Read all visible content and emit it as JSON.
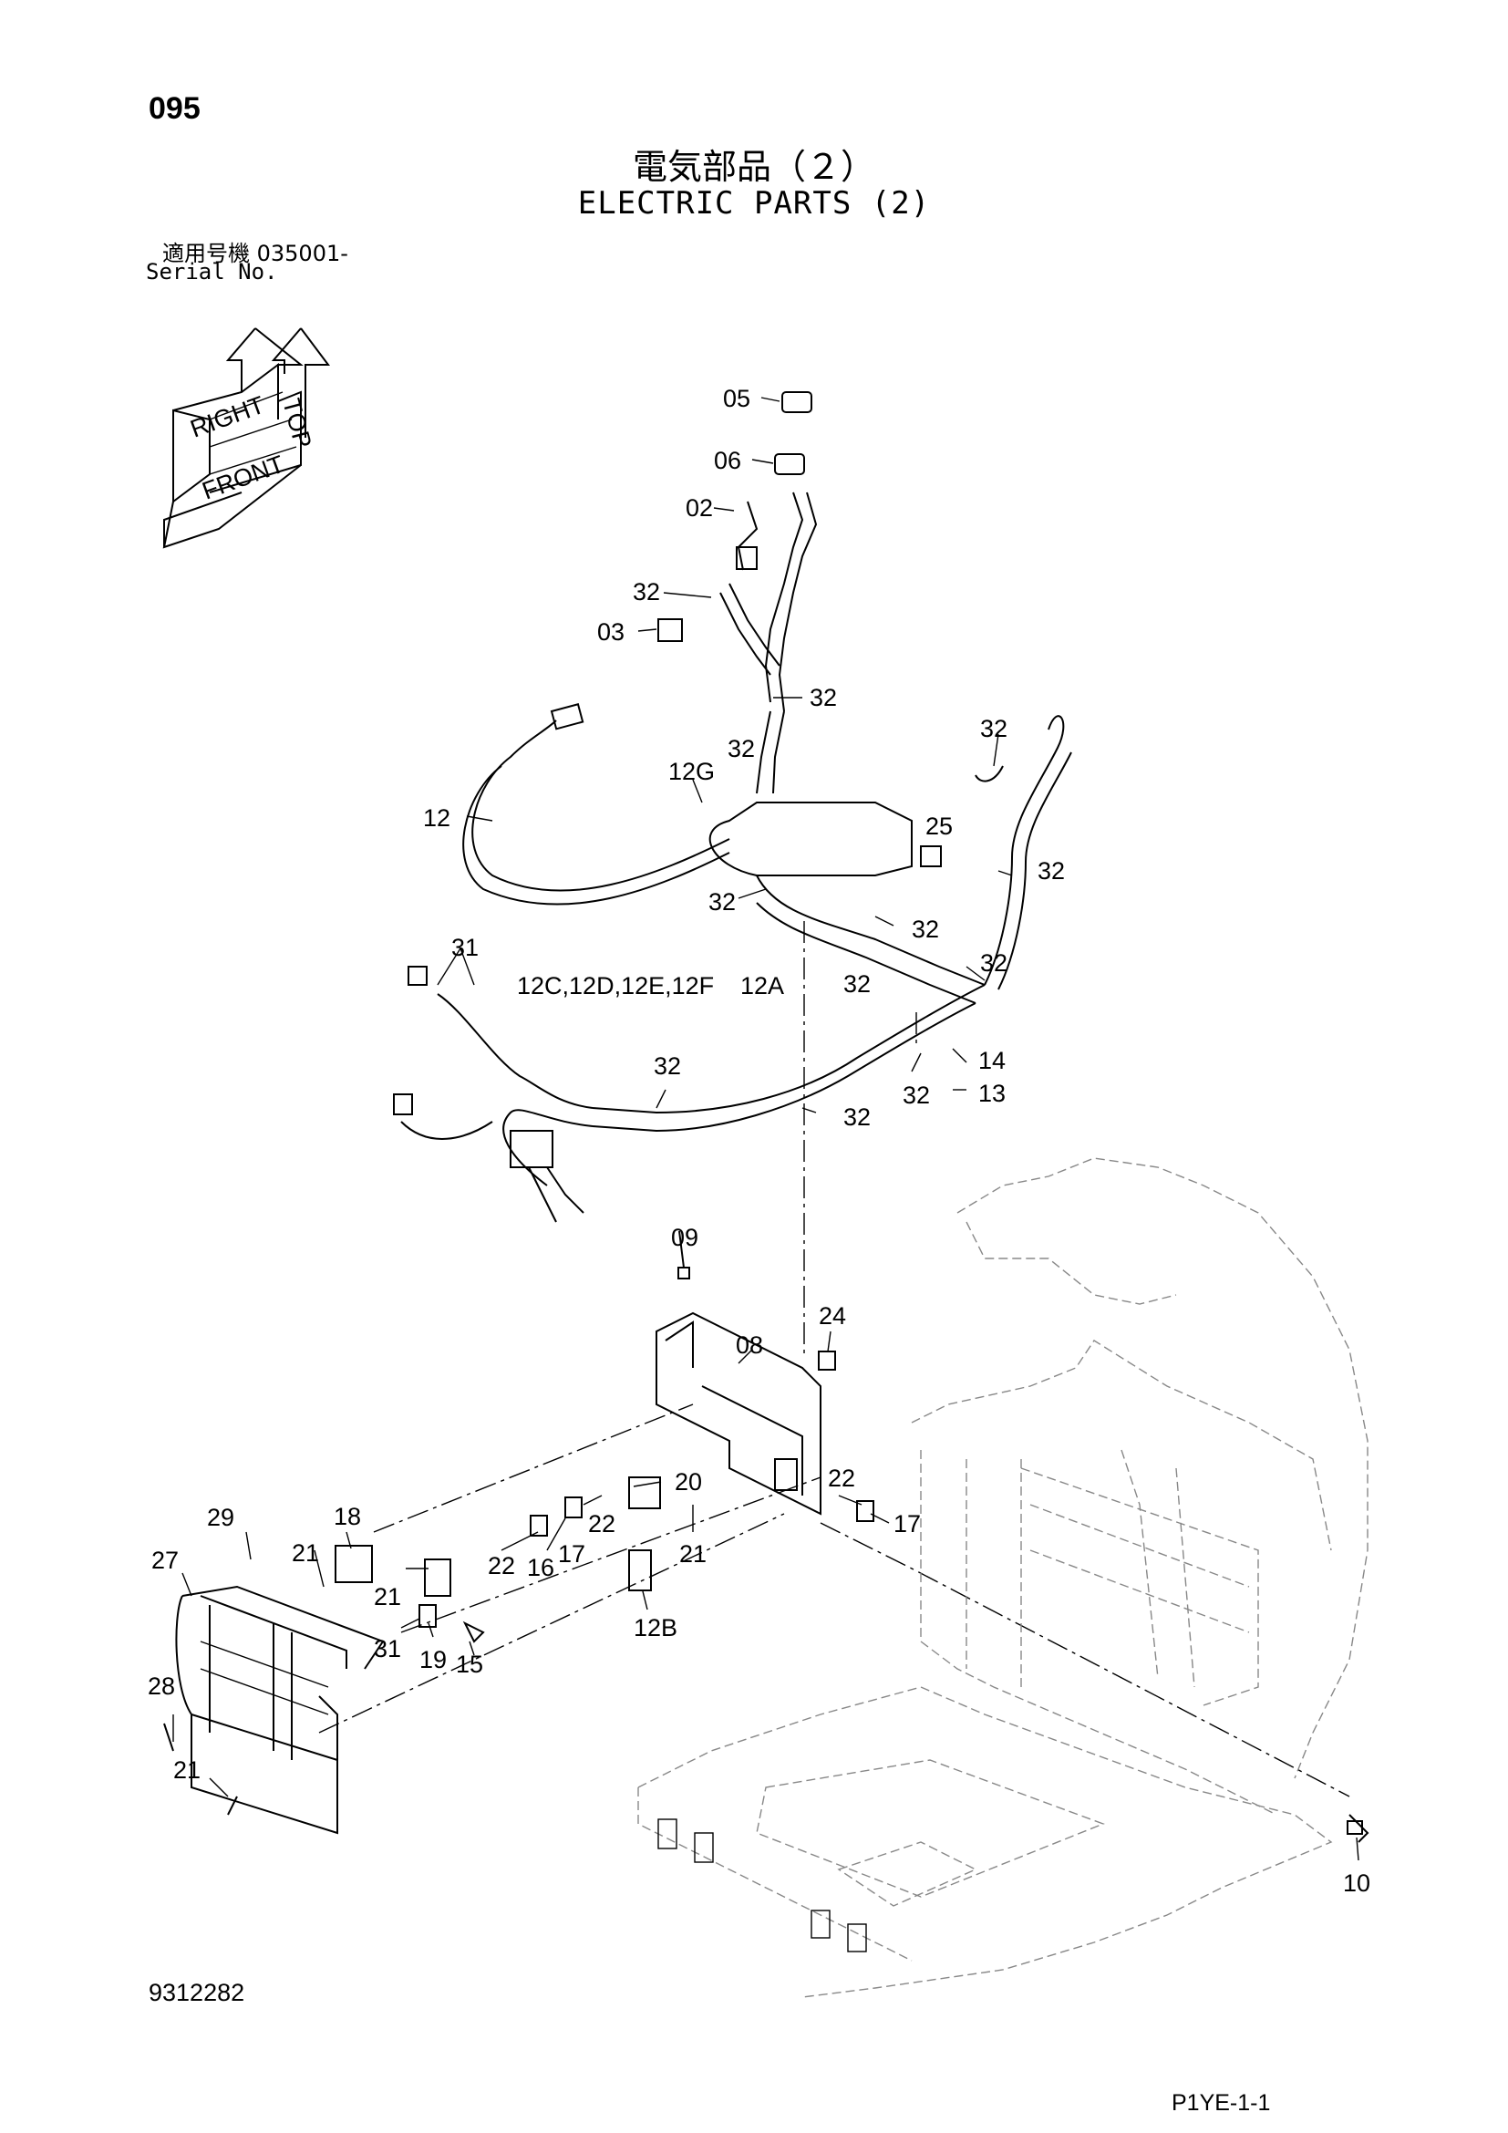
{
  "header": {
    "page_number": "095",
    "title_jp": "電気部品（２）",
    "title_en": "ELECTRIC PARTS (2)",
    "serial_label_jp": "適用号機  035001-",
    "serial_label_en": "Serial No."
  },
  "orientation": {
    "top": "TOP",
    "right": "RIGHT",
    "front": "FRONT"
  },
  "callouts": {
    "c05": "05",
    "c06": "06",
    "c02": "02",
    "c32a": "32",
    "c03": "03",
    "c32b": "32",
    "c12g": "12G",
    "c32c": "32",
    "c12": "12",
    "c32d": "32",
    "c25": "25",
    "c32e": "32",
    "c32f": "32",
    "c32g": "32",
    "c31a": "31",
    "c12cdef": "12C,12D,12E,12F",
    "c12a": "12A",
    "c32h": "32",
    "c32i": "32",
    "c14": "14",
    "c32j": "32",
    "c13": "13",
    "c32k": "32",
    "c32l": "32",
    "c09": "09",
    "c24": "24",
    "c08": "08",
    "c20": "20",
    "c22a": "22",
    "c22b": "22",
    "c17a": "17",
    "c29": "29",
    "c18": "18",
    "c21a": "21",
    "c27": "27",
    "c21b": "21",
    "c22c": "22",
    "c16": "16",
    "c17b": "17",
    "c21c": "21",
    "c31b": "31",
    "c19": "19",
    "c15": "15",
    "c12b": "12B",
    "c28": "28",
    "c21d": "21",
    "c10": "10"
  },
  "footer": {
    "drawing_number": "9312282",
    "sheet_ref": "P1YE-1-1"
  }
}
